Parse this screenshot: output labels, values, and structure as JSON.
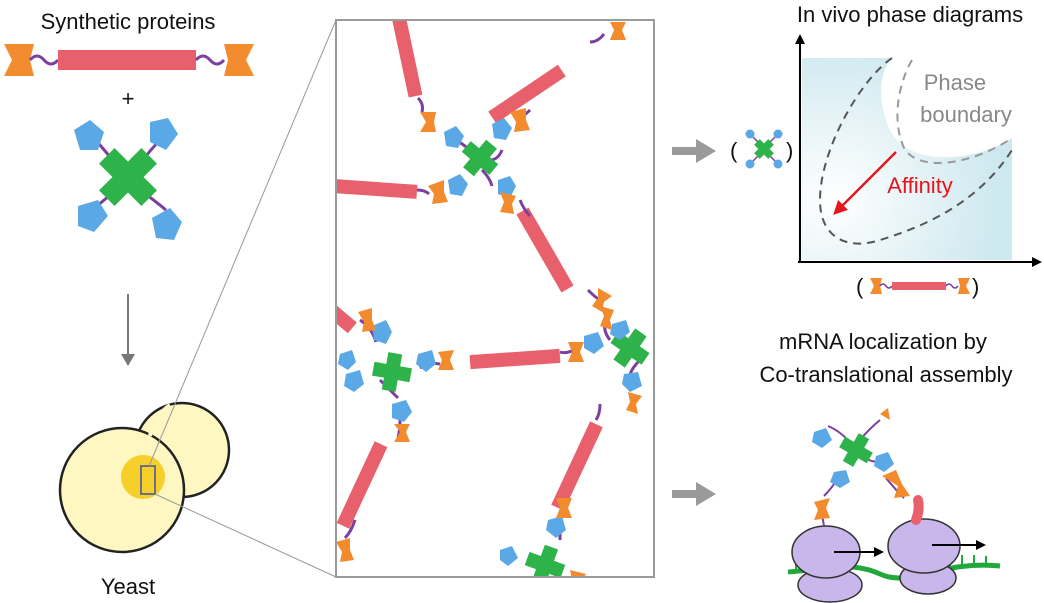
{
  "labels": {
    "synthetic_proteins": "Synthetic proteins",
    "plus": "+",
    "yeast": "Yeast",
    "phase_title": "In vivo phase diagrams",
    "phase_boundary_line1": "Phase",
    "phase_boundary_line2": "boundary",
    "affinity": "Affinity",
    "y_paren_open": "(",
    "y_paren_close": ")",
    "x_paren_open": "(",
    "x_paren_close": ")",
    "mrna_line1": "mRNA localization by",
    "mrna_line2": "Co-translational assembly"
  },
  "colors": {
    "rod": "#e8606b",
    "orange": "#f28a2e",
    "blue": "#5aa9e6",
    "green": "#2eb34a",
    "linker": "#7b3fa0",
    "phase_fill": "#cde8ef",
    "affinity": "#e8141c",
    "cell": "#fff7c2",
    "nucleus": "#f6cf2a",
    "ribosome": "#c9b6ea",
    "mrna": "#22a83a",
    "arrow_gray": "#9a9a9a"
  }
}
